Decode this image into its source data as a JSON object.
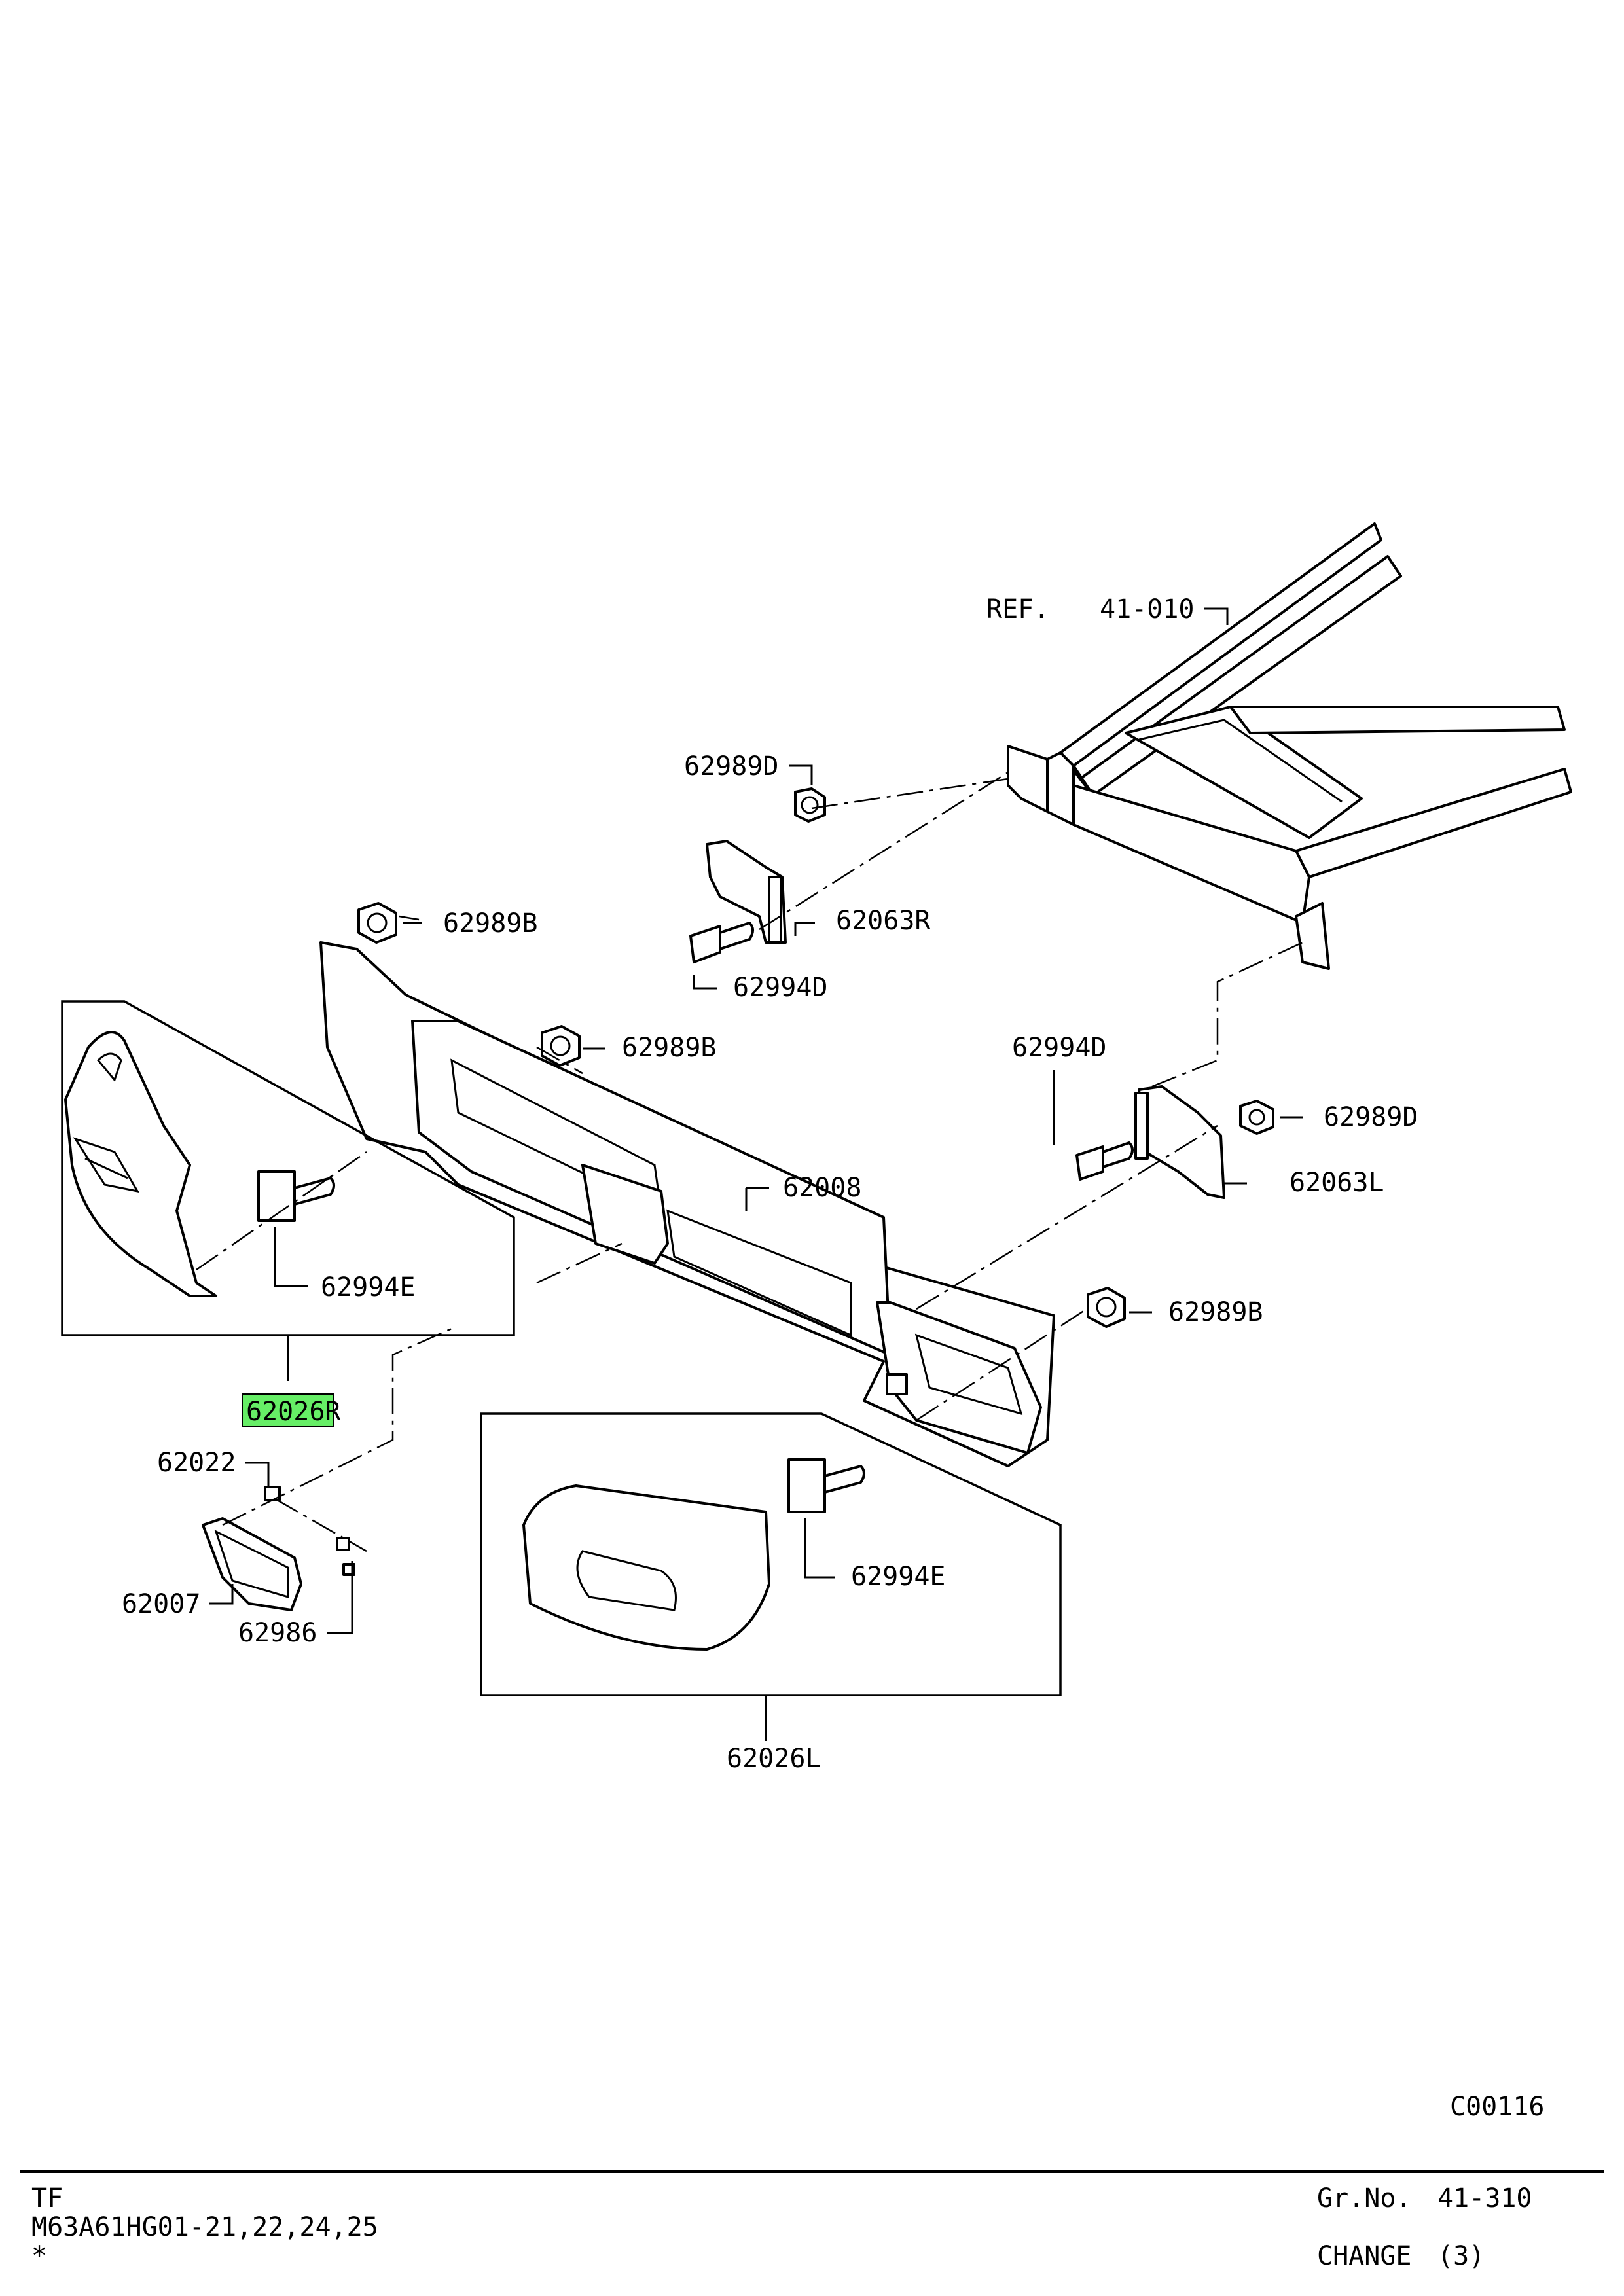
{
  "ref": {
    "prefix": "REF.",
    "number": "41-010"
  },
  "labels": {
    "p62989D_top": "62989D",
    "p62063R": "62063R",
    "p62989B_left": "62989B",
    "p62994D_left": "62994D",
    "p62989B_mid": "62989B",
    "p62994D_right": "62994D",
    "p62989D_right": "62989D",
    "p62008": "62008",
    "p62063L": "62063L",
    "p62994E_left": "62994E",
    "p62989B_right": "62989B",
    "p62026R": "62026R",
    "p62022": "62022",
    "p62007": "62007",
    "p62986": "62986",
    "p62994E_right": "62994E",
    "p62026L": "62026L"
  },
  "highlight_color": "#66ee66",
  "code": "C00116",
  "footer": {
    "model": "TF",
    "series": "M63A61HG01-21,22,24,25",
    "mark": "*",
    "group_label": "Gr.No.",
    "group_value": "41-310",
    "change_label": "CHANGE",
    "change_value": "(3)"
  }
}
